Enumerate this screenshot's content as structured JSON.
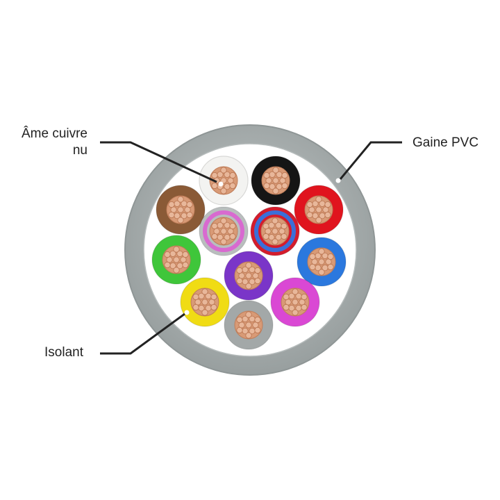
{
  "labels": {
    "core_line1": "Âme cuivre",
    "core_line2": "nu",
    "sheath": "Gaine PVC",
    "insulation": "Isolant"
  },
  "colors": {
    "background": "#ffffff",
    "sheath": "#a7adad",
    "sheath_edge": "#8f9696",
    "interior": "#ffffff",
    "copper": "#d89a76",
    "copper_strand": "#e8b79a",
    "leader_line": "#222222"
  },
  "conductors": [
    {
      "name": "white",
      "color": "#f3f3f1",
      "stripe": null
    },
    {
      "name": "black",
      "color": "#151515",
      "stripe": null
    },
    {
      "name": "brown",
      "color": "#8a5a36",
      "stripe": null
    },
    {
      "name": "grey-pink",
      "color": "#b9bebe",
      "stripe": "#d86ad0"
    },
    {
      "name": "red-blue",
      "color": "#d41c2c",
      "stripe": "#3b6fd8"
    },
    {
      "name": "red",
      "color": "#e0141e",
      "stripe": null
    },
    {
      "name": "green",
      "color": "#3fc63a",
      "stripe": null
    },
    {
      "name": "purple",
      "color": "#7a35c8",
      "stripe": null
    },
    {
      "name": "blue",
      "color": "#2b78de",
      "stripe": null
    },
    {
      "name": "yellow",
      "color": "#f0dc14",
      "stripe": null
    },
    {
      "name": "pink",
      "color": "#da48d4",
      "stripe": null
    },
    {
      "name": "grey",
      "color": "#a3a8a8",
      "stripe": null
    }
  ]
}
